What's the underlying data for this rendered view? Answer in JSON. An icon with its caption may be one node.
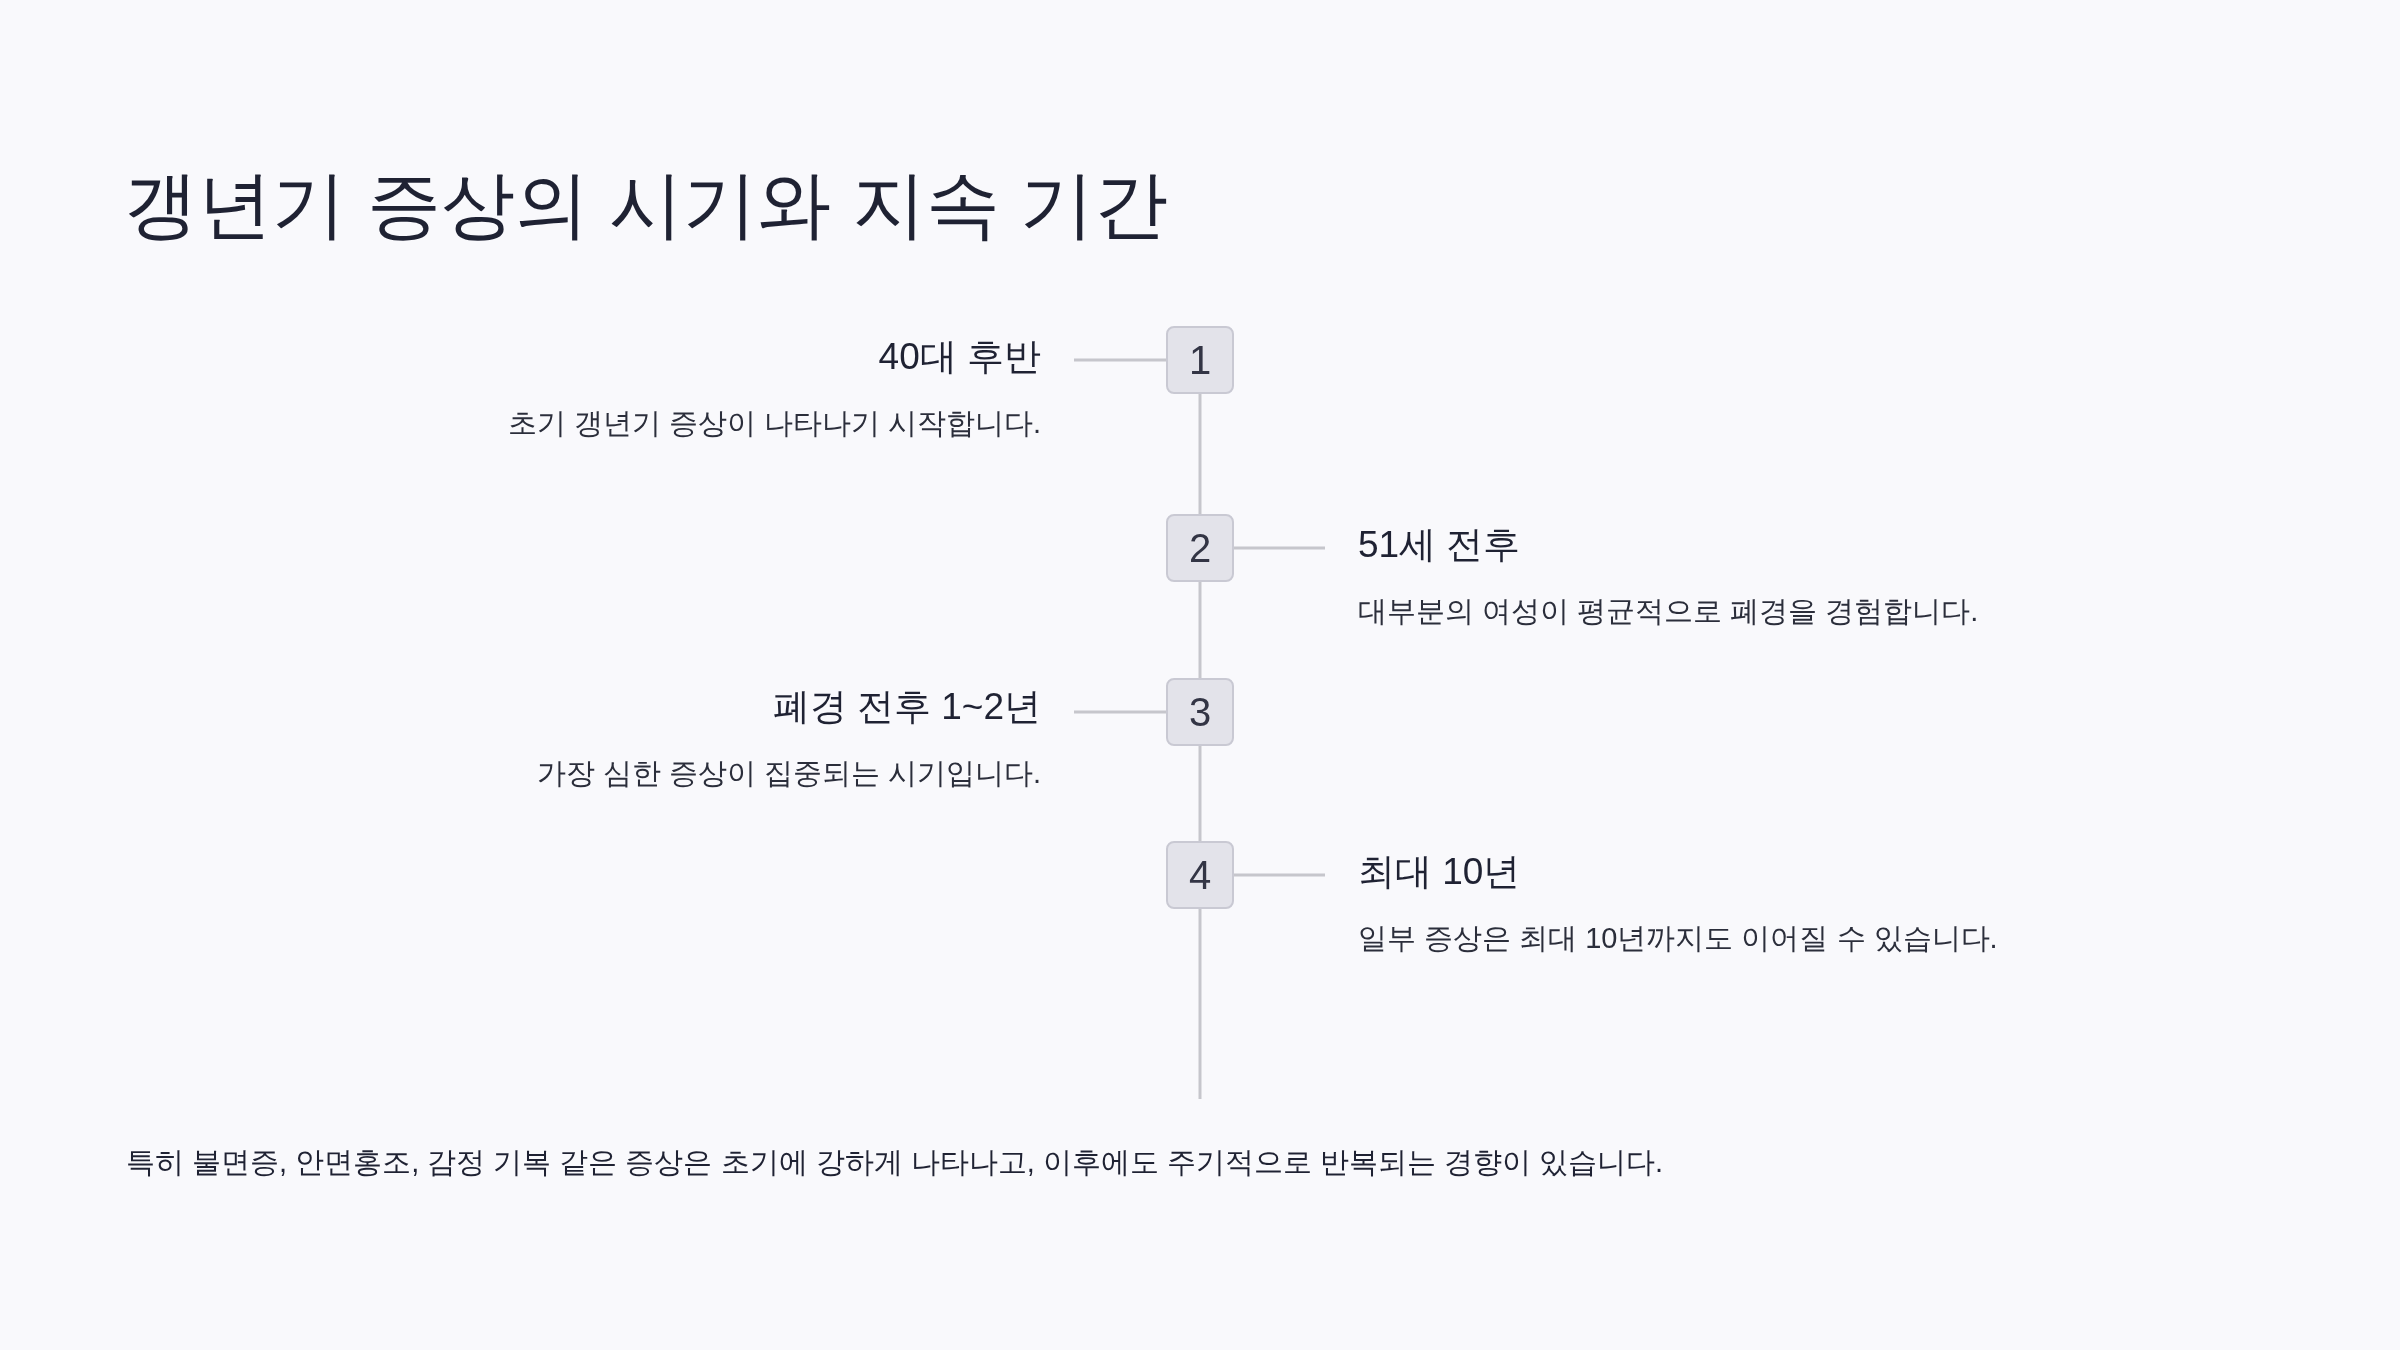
{
  "diagram": {
    "title": "갱년기 증상의 시기와 지속 기간",
    "nodes": [
      {
        "text": [
          "40대 후반",
          "초기 갱년기 증상이 나타나기 시작합니다."
        ]
      },
      {
        "text": [
          "1"
        ]
      },
      {
        "text": [
          "2"
        ]
      },
      {
        "text": [
          "51세 전후",
          "대부분의 여성이 평균적으로 폐경을 경험합니다."
        ]
      },
      {
        "text": [
          "폐경 전후 1~2년",
          "가장 심한 증상이 집중되는 시기입니다."
        ]
      },
      {
        "text": [
          "3"
        ]
      },
      {
        "text": [
          "4"
        ]
      },
      {
        "text": [
          "최대 10년",
          "일부 증상은 최대 10년까지도 이어질 수 있습니다."
        ]
      }
    ],
    "edges": [
      {
        "from": 0,
        "to": 1,
        "arrow": "none"
      },
      {
        "from": 1,
        "to": 2,
        "arrow": "none"
      },
      {
        "from": 3,
        "to": 2,
        "arrow": "none"
      },
      {
        "from": 2,
        "to": 5,
        "arrow": "none"
      },
      {
        "from": 4,
        "to": 5,
        "arrow": "none"
      },
      {
        "from": 5,
        "to": 6,
        "arrow": "none"
      },
      {
        "from": 7,
        "to": 6,
        "arrow": "none"
      },
      {
        "from": 6,
        "to": null,
        "arrow": "none"
      }
    ],
    "labels": [
      "특히 불면증, 안면홍조, 감정 기복 같은 증상은 초기에 강하게 나타나고, 이후에도 주기적으로 반복되는 경향이 있습니다."
    ]
  }
}
